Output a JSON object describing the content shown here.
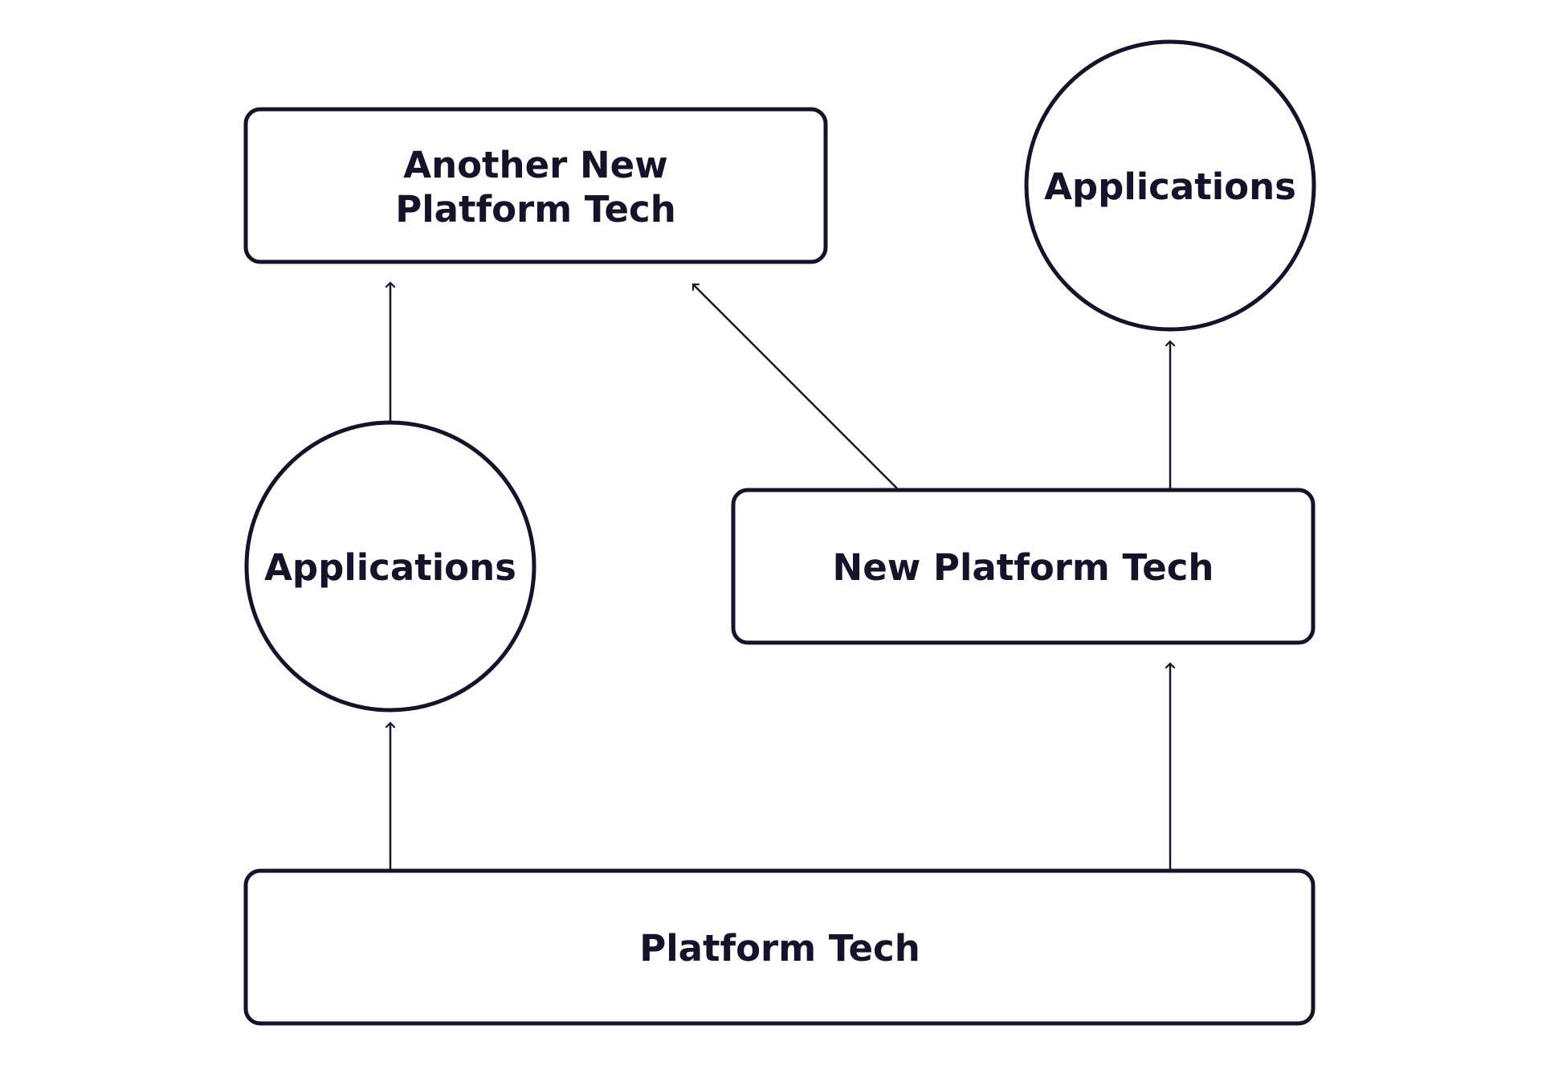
{
  "nodes": {
    "another_new_platform_tech": {
      "lines": [
        "Another New",
        "Platform Tech"
      ]
    },
    "applications_top": {
      "label": "Applications"
    },
    "applications_left": {
      "label": "Applications"
    },
    "new_platform_tech": {
      "label": "New Platform Tech"
    },
    "platform_tech": {
      "label": "Platform Tech"
    }
  },
  "colors": {
    "stroke": "#14132b",
    "text": "#14132b",
    "background": "#ffffff"
  }
}
